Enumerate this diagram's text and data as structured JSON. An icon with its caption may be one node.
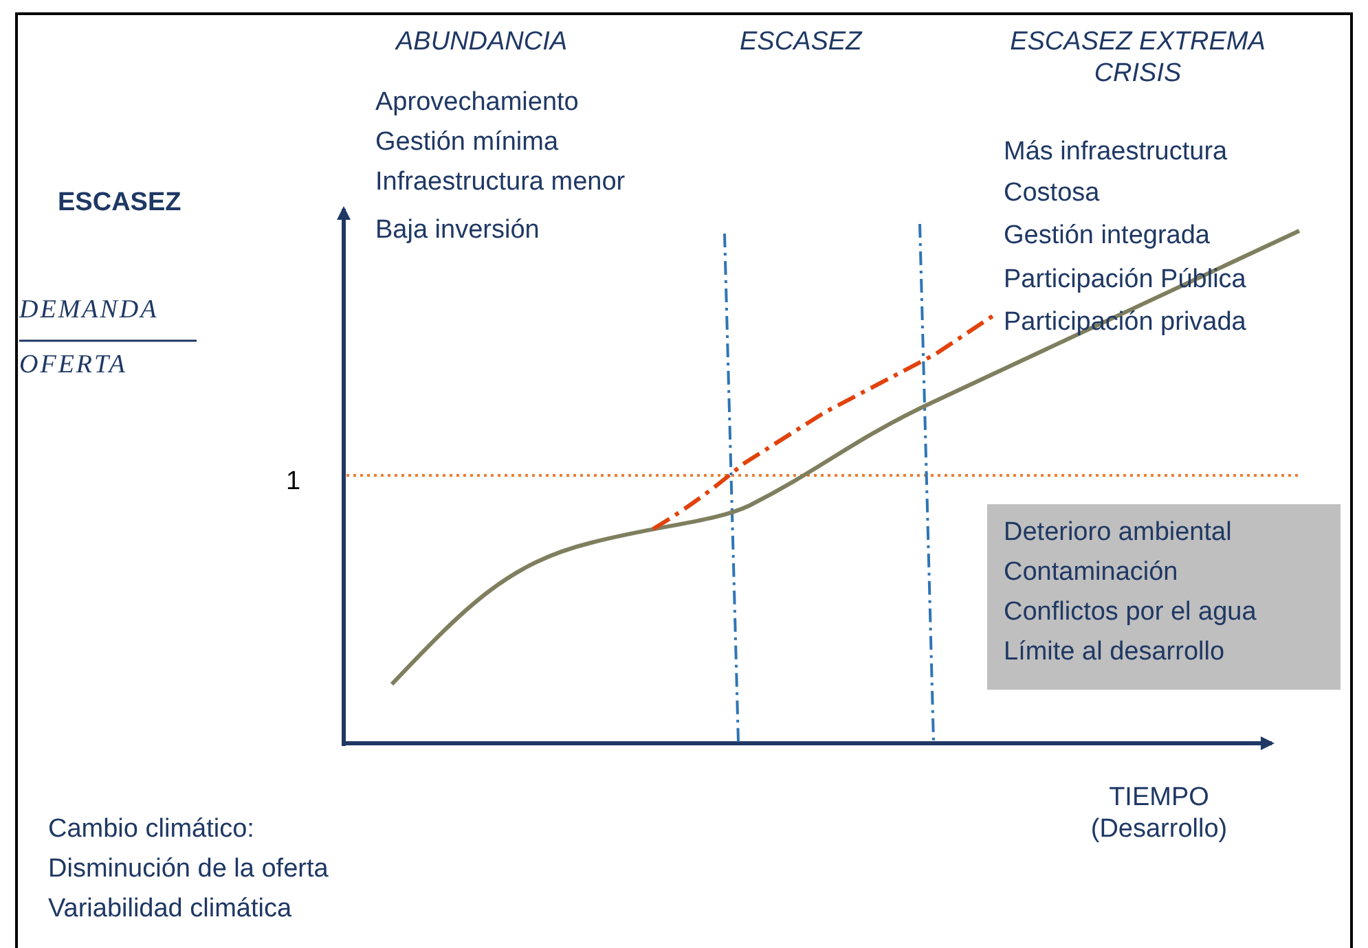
{
  "diagram": {
    "nodes": [
      {
        "text": [
          "Deterioro ambiental",
          "Contaminación",
          "Conflictos por el agua",
          "Límite al desarrollo"
        ]
      }
    ],
    "edges": [],
    "labels": [
      "ABUNDANCIA",
      "ESCASEZ",
      "ESCASEZ EXTREMA CRISIS",
      "Aprovechamiento",
      "Gestión mínima",
      "Infraestructura menor",
      "Baja inversión",
      "Más infraestructura",
      "ESCASEZ",
      "Costosa",
      "Gestión integrada",
      "DEMANDA",
      "Participación Pública",
      "OFERTA",
      "Participación privada",
      "1",
      "TIEMPO (Desarrollo)",
      "Cambio climático:",
      "Disminución de la oferta",
      "Variabilidad climática"
    ]
  }
}
